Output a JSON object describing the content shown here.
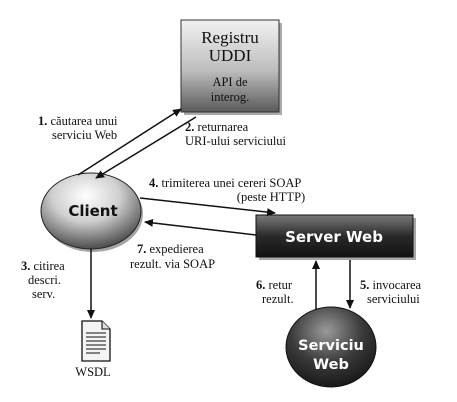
{
  "registry": {
    "title_line1": "Registru",
    "title_line2": "UDDI",
    "api_line1": "API de",
    "api_line2": "interog."
  },
  "client": {
    "label": "Client"
  },
  "server": {
    "label": "Server Web"
  },
  "service": {
    "label_line1": "Serviciu",
    "label_line2": "Web"
  },
  "wsdl": {
    "label": "WSDL"
  },
  "steps": {
    "s1": {
      "num": "1.",
      "line1": "căutarea unui",
      "line2": "serviciu Web"
    },
    "s2": {
      "num": "2.",
      "line1": "returnarea",
      "line2": "URI-ului serviciului"
    },
    "s3": {
      "num": "3.",
      "line1": "citirea",
      "line2": "descri.",
      "line3": "serv."
    },
    "s4": {
      "num": "4.",
      "line1": "trimiterea unei cereri SOAP",
      "line2": "(peste HTTP)"
    },
    "s5": {
      "num": "5.",
      "line1": "invocarea",
      "line2": "serviciului"
    },
    "s6": {
      "num": "6.",
      "line1": "retur",
      "line2": "rezult."
    },
    "s7": {
      "num": "7.",
      "line1": "expedierea",
      "line2": "rezult. via SOAP"
    }
  },
  "colors": {
    "box_light": "#d8d8d8",
    "box_dark": "#6e6e6e",
    "server_dark": "#2e2e2e",
    "arrow": "#111111"
  }
}
